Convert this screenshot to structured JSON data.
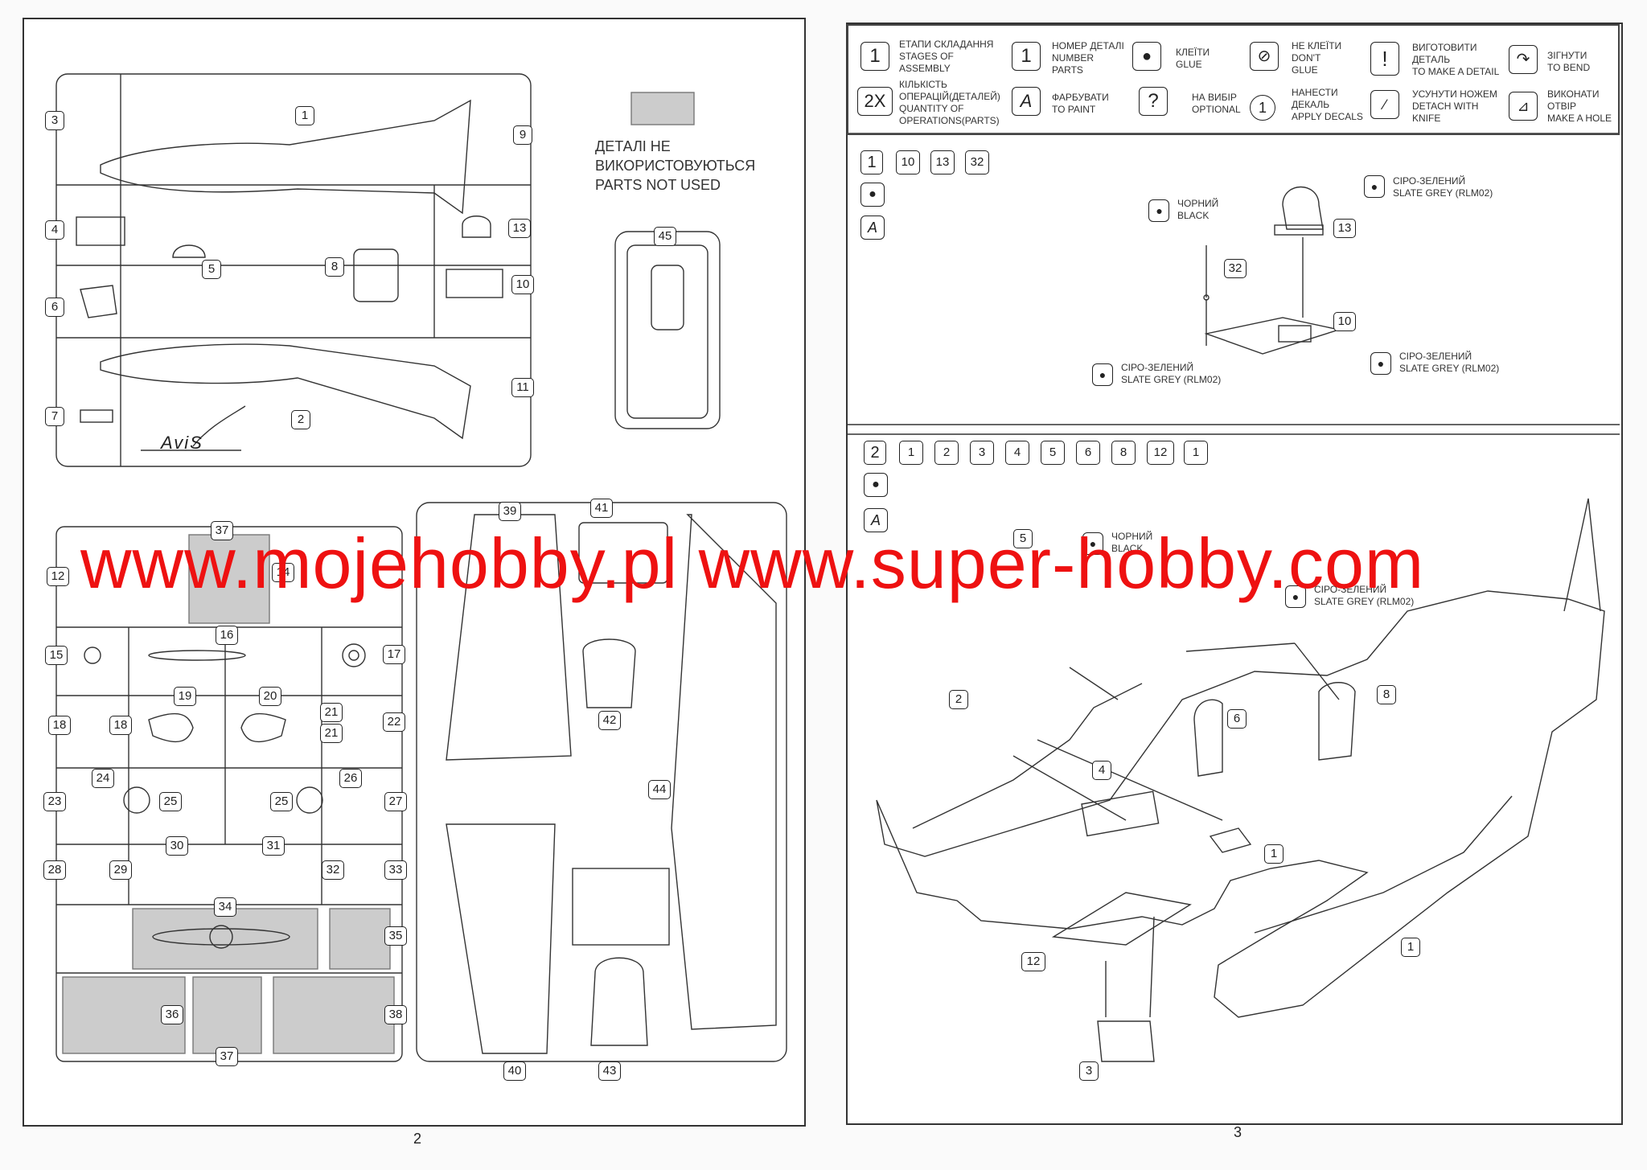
{
  "watermark": "www.mojehobby.pl www.super-hobby.com",
  "page_numbers": {
    "left": "2",
    "right": "3"
  },
  "not_used": [
    "ДЕТАЛІ НЕ",
    "ВИКОРИСТОВУЮТЬСЯ",
    "PARTS NOT USED"
  ],
  "brand": "AviS",
  "legend": [
    {
      "icon": "1",
      "lines": [
        "ЕТАПИ СКЛАДАННЯ",
        "STAGES OF",
        "ASSEMBLY"
      ]
    },
    {
      "icon": "2X",
      "lines": [
        "КІЛЬКІСТЬ",
        "ОПЕРАЦІЙ(ДЕТАЛЕЙ)",
        "QUANTITY OF",
        "OPERATIONS(PARTS)"
      ]
    },
    {
      "icon": "1",
      "lines": [
        "НОМЕР ДЕТАЛІ",
        "NUMBER",
        "PARTS"
      ]
    },
    {
      "icon": "A",
      "lines": [
        "ФАРБУВАТИ",
        "TO PAINT"
      ]
    },
    {
      "icon": "glue",
      "lines": [
        "КЛЕЇТИ",
        "GLUE"
      ]
    },
    {
      "icon": "?",
      "lines": [
        "НА ВИБІР",
        "OPTIONAL"
      ]
    },
    {
      "icon": "no-glue",
      "lines": [
        "НЕ КЛЕЇТИ",
        "DON'T",
        "GLUE"
      ]
    },
    {
      "icon": "1",
      "lines": [
        "НАНЕСТИ",
        "ДЕКАЛЬ",
        "APPLY DECALS"
      ]
    },
    {
      "icon": "!",
      "lines": [
        "ВИГОТОВИТИ",
        "ДЕТАЛЬ",
        "TO MAKE A DETAIL"
      ]
    },
    {
      "icon": "knife",
      "lines": [
        "УСУНУТИ НОЖЕМ",
        "DETACH WITH",
        "KNIFE"
      ]
    },
    {
      "icon": "bend",
      "lines": [
        "ЗІГНУТИ",
        "TO BEND"
      ]
    },
    {
      "icon": "drill",
      "lines": [
        "ВИКОНАТИ",
        "ОТВІР",
        "MAKE A HOLE"
      ]
    }
  ],
  "step1": {
    "badges": [
      "1",
      "10",
      "13",
      "32"
    ],
    "paint": [
      {
        "lines": [
          "ЧОРНИЙ",
          "BLACK"
        ]
      },
      {
        "lines": [
          "СІРО-ЗЕЛЕНИЙ",
          "SLATE GREY (RLM02)"
        ]
      },
      {
        "lines": [
          "СІРО-ЗЕЛЕНИЙ",
          "SLATE GREY (RLM02)"
        ]
      },
      {
        "lines": [
          "СІРО-ЗЕЛЕНИЙ",
          "SLATE GREY (RLM02)"
        ]
      }
    ],
    "parts": [
      "13",
      "32",
      "10"
    ]
  },
  "step2": {
    "badges": [
      "2",
      "1",
      "2",
      "3",
      "4",
      "5",
      "6",
      "8",
      "12",
      "1"
    ],
    "paint": [
      {
        "lines": [
          "ЧОРНИЙ",
          "BLACK"
        ]
      },
      {
        "lines": [
          "СІРО-ЗЕЛЕНИЙ",
          "SLATE GREY (RLM02)"
        ]
      }
    ],
    "parts": [
      "5",
      "2",
      "8",
      "6",
      "4",
      "1",
      "1",
      "12",
      "3"
    ]
  },
  "sprue_a": [
    "1",
    "3",
    "9",
    "4",
    "5",
    "8",
    "13",
    "10",
    "6",
    "11",
    "7",
    "2"
  ],
  "sprue_clear": [
    "45"
  ],
  "sprue_b": [
    "37",
    "12",
    "14",
    "15",
    "16",
    "17",
    "18",
    "18",
    "19",
    "20",
    "21",
    "21",
    "22",
    "23",
    "24",
    "25",
    "25",
    "26",
    "27",
    "28",
    "29",
    "30",
    "31",
    "32",
    "33",
    "34",
    "35",
    "36",
    "37",
    "38"
  ],
  "sprue_c": [
    "39",
    "41",
    "42",
    "44",
    "40",
    "43"
  ]
}
